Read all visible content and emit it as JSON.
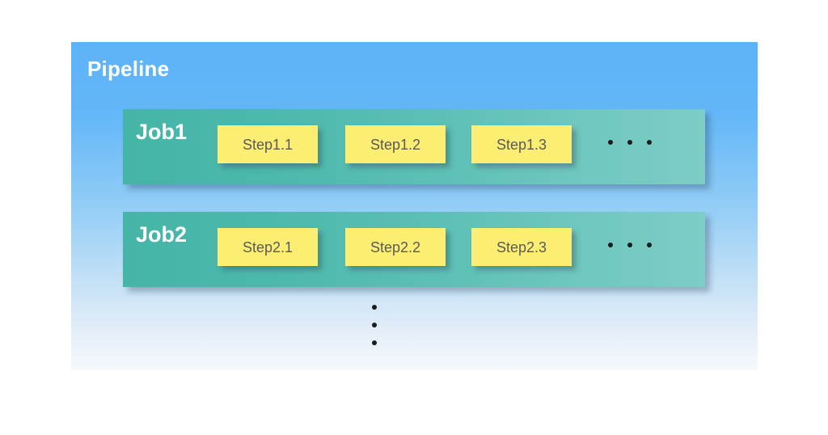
{
  "diagram": {
    "type": "diagram",
    "title": "Pipeline",
    "colors": {
      "panel_top": "#5cb3f7",
      "panel_bottom": "#f6f9fc",
      "job_bar_left": "#45b5a8",
      "job_bar_right": "#7dcdc6",
      "step_box": "#fced73",
      "step_text": "#5a5a5a",
      "title_text": "#ffffff",
      "dot": "#1b1b1b"
    },
    "jobs": [
      {
        "label": "Job1",
        "steps": [
          {
            "label": "Step1.1"
          },
          {
            "label": "Step1.2"
          },
          {
            "label": "Step1.3"
          }
        ],
        "continuation": "horizontal-ellipsis"
      },
      {
        "label": "Job2",
        "steps": [
          {
            "label": "Step2.1"
          },
          {
            "label": "Step2.2"
          },
          {
            "label": "Step2.3"
          }
        ],
        "continuation": "horizontal-ellipsis"
      }
    ],
    "more_jobs_indicator": "vertical-ellipsis"
  }
}
